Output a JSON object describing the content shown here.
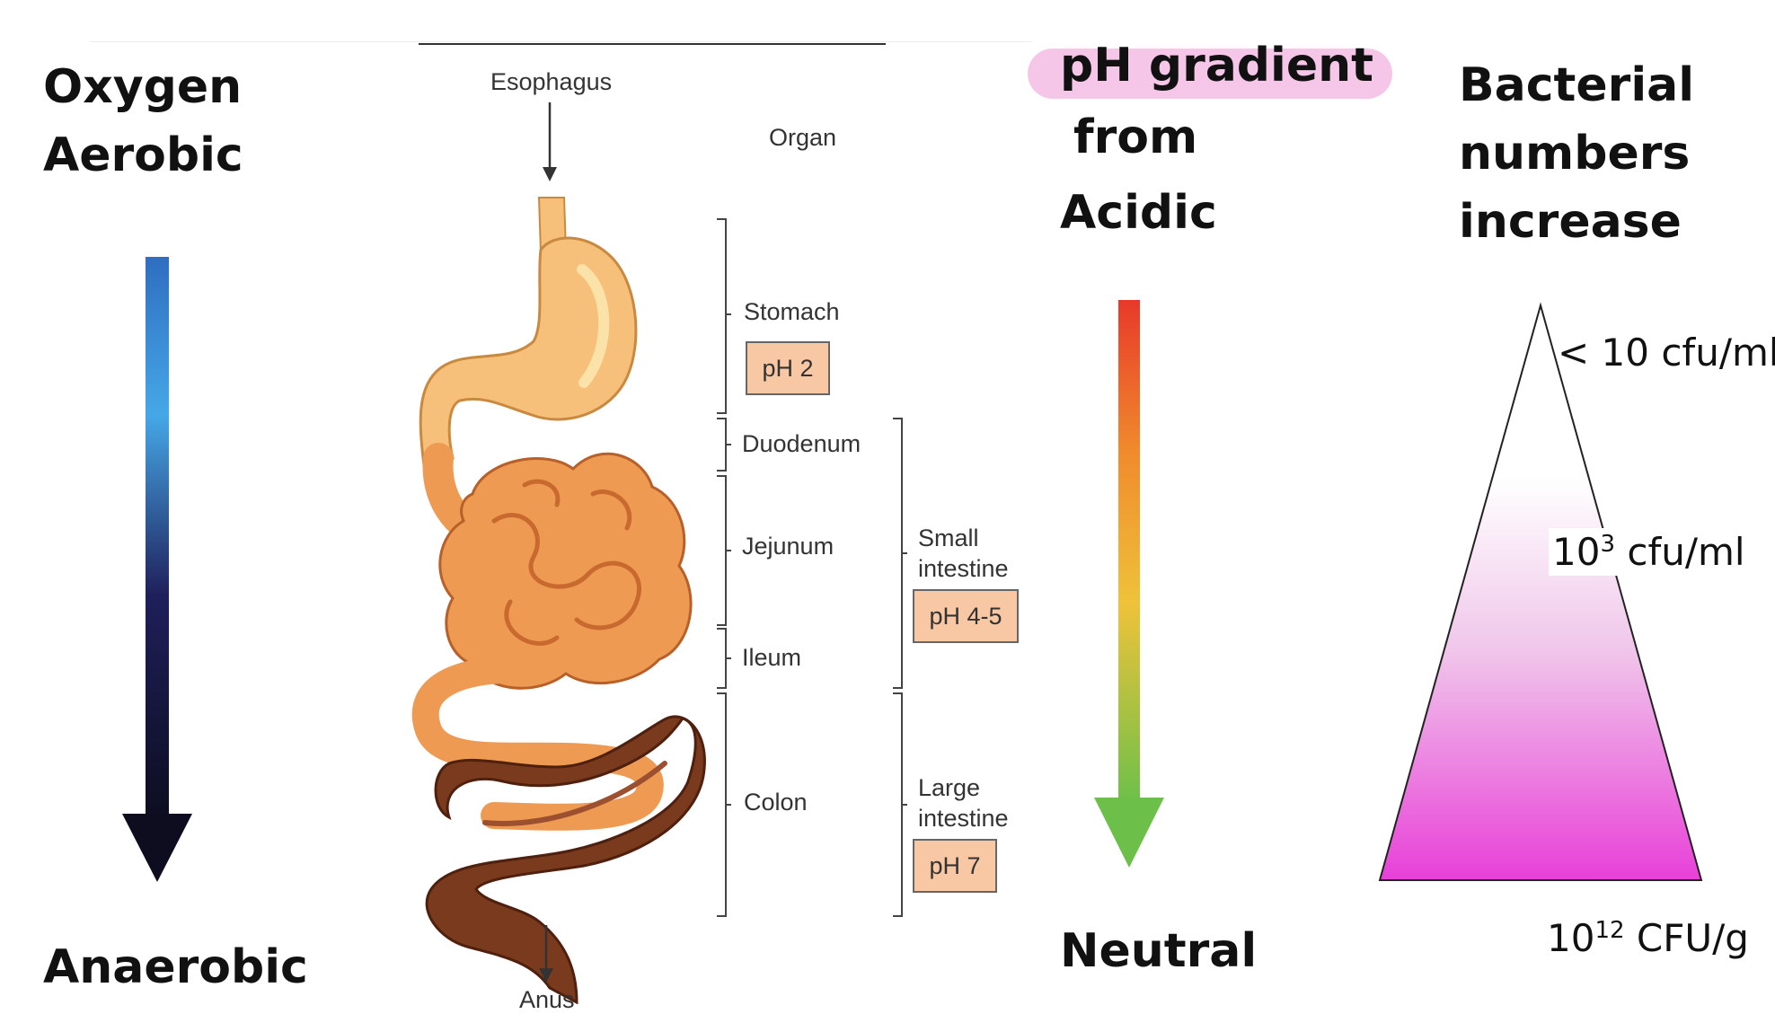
{
  "oxygen": {
    "line1": "Oxygen",
    "line2": "Aerobic",
    "bottom": "Anaerobic",
    "arrow_colors": [
      "#2f6ec0",
      "#45a8e6",
      "#1f1f5a",
      "#0d0d1f"
    ]
  },
  "organ_diagram": {
    "top_label": "Esophagus",
    "column_header": "Organ",
    "bottom_label": "Anus",
    "organs": [
      "Stomach",
      "Duodenum",
      "Jejunum",
      "Ileum",
      "Colon"
    ],
    "groups": [
      {
        "line1": "Small",
        "line2": "intestine"
      },
      {
        "line1": "Large",
        "line2": "intestine"
      }
    ],
    "ph_labels": [
      "pH 2",
      "pH 4-5",
      "pH 7"
    ],
    "colors": {
      "stomach": "#f6c07a",
      "small_intestine": "#ee9a52",
      "colon": "#7a3a1d",
      "box": "#f8c7a3"
    }
  },
  "ph_gradient": {
    "line1": "pH gradient",
    "line2": "from",
    "line3": "Acidic",
    "bottom": "Neutral",
    "highlight_color": "#f5c6e8",
    "arrow_colors": [
      "#e8392a",
      "#f08a2c",
      "#efc23a",
      "#6cc04a"
    ]
  },
  "bacteria": {
    "line1": "Bacterial",
    "line2": "numbers",
    "line3": "increase",
    "levels": [
      {
        "value": "< 10 cfu/ml"
      },
      {
        "base": "10",
        "exp": "3",
        "unit": "cfu/ml"
      },
      {
        "base": "10",
        "exp": "12",
        "unit": "CFU/g"
      }
    ],
    "fill_color": "#e840d8"
  }
}
